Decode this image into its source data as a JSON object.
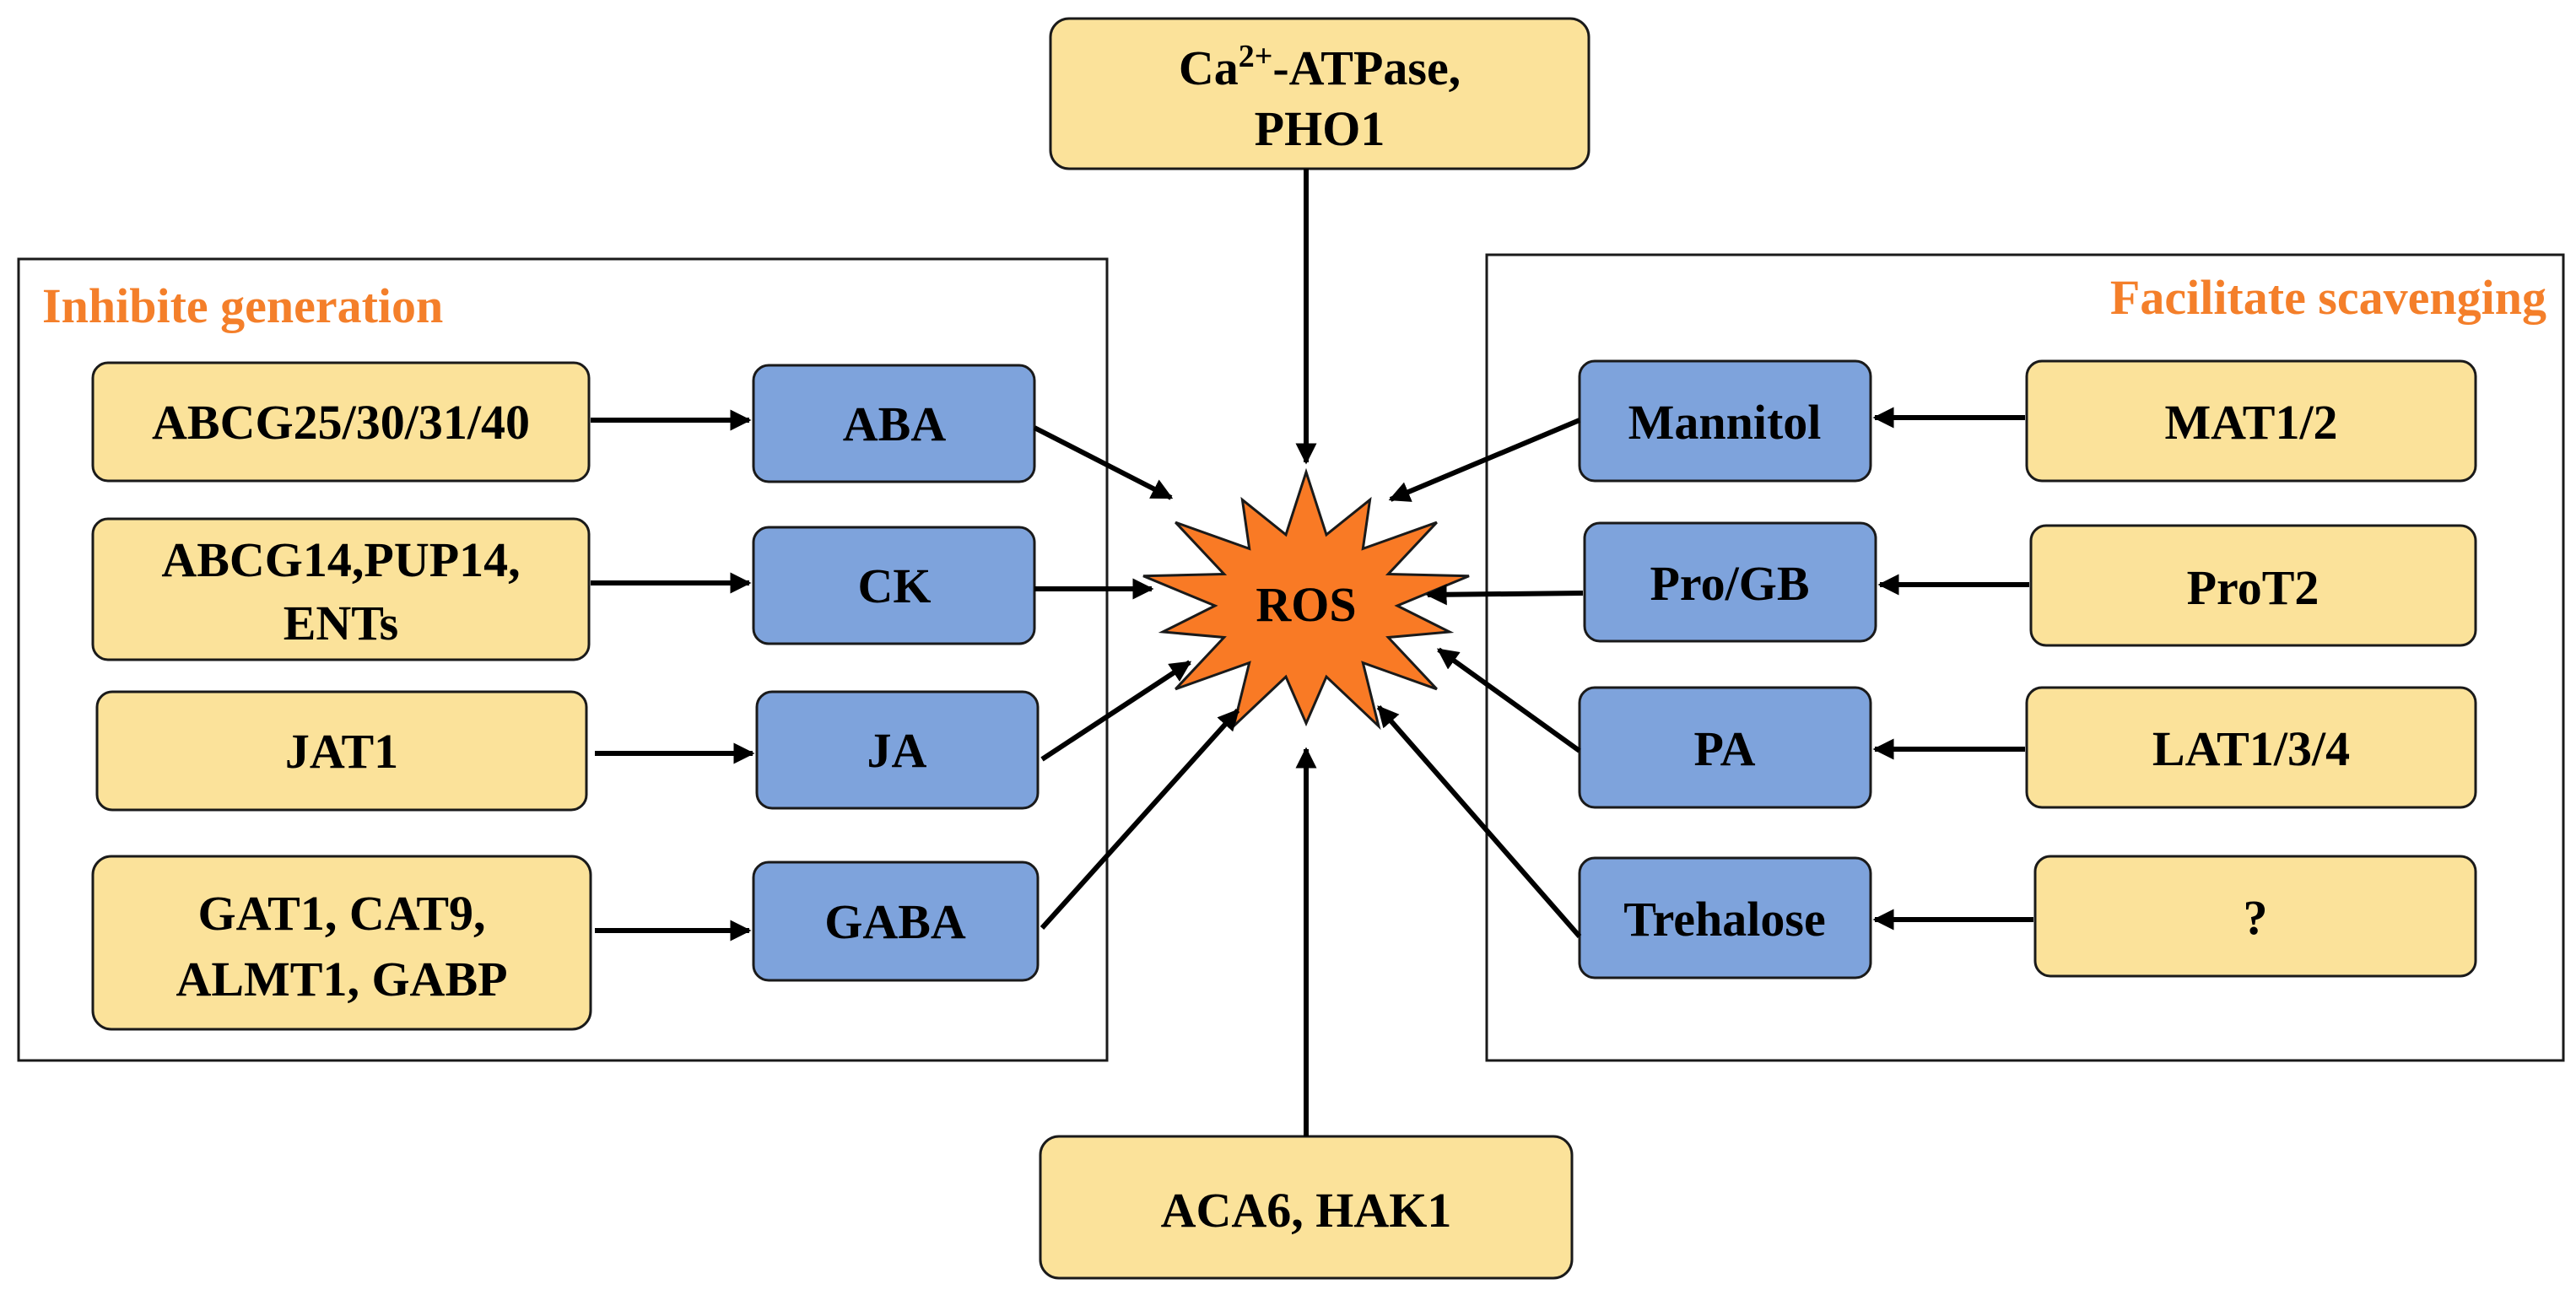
{
  "colors": {
    "yellow_box": "#fbe29a",
    "blue_box": "#7ea3dc",
    "ros_fill": "#f97a25",
    "section_title": "#f47f2a",
    "stroke": "#1a1a1a"
  },
  "center": {
    "label": "ROS"
  },
  "top": {
    "line1_pre": "Ca",
    "line1_sup": "2+",
    "line1_post": "-ATPase,",
    "line2": "PHO1"
  },
  "bottom": {
    "label": "ACA6, HAK1"
  },
  "left_panel": {
    "title": "Inhibite generation",
    "rows": [
      {
        "transporter": [
          "ABCG25/30/31/40"
        ],
        "hormone": "ABA"
      },
      {
        "transporter": [
          "ABCG14,PUP14,",
          "ENTs"
        ],
        "hormone": "CK"
      },
      {
        "transporter": [
          "JAT1"
        ],
        "hormone": "JA"
      },
      {
        "transporter": [
          "GAT1, CAT9,",
          "ALMT1, GABP"
        ],
        "hormone": "GABA"
      }
    ]
  },
  "right_panel": {
    "title": "Facilitate scavenging",
    "rows": [
      {
        "transporter": [
          "MAT1/2"
        ],
        "osmolyte": "Mannitol"
      },
      {
        "transporter": [
          "ProT2"
        ],
        "osmolyte": "Pro/GB"
      },
      {
        "transporter": [
          "LAT1/3/4"
        ],
        "osmolyte": "PA"
      },
      {
        "transporter": [
          "?"
        ],
        "osmolyte": "Trehalose"
      }
    ]
  }
}
